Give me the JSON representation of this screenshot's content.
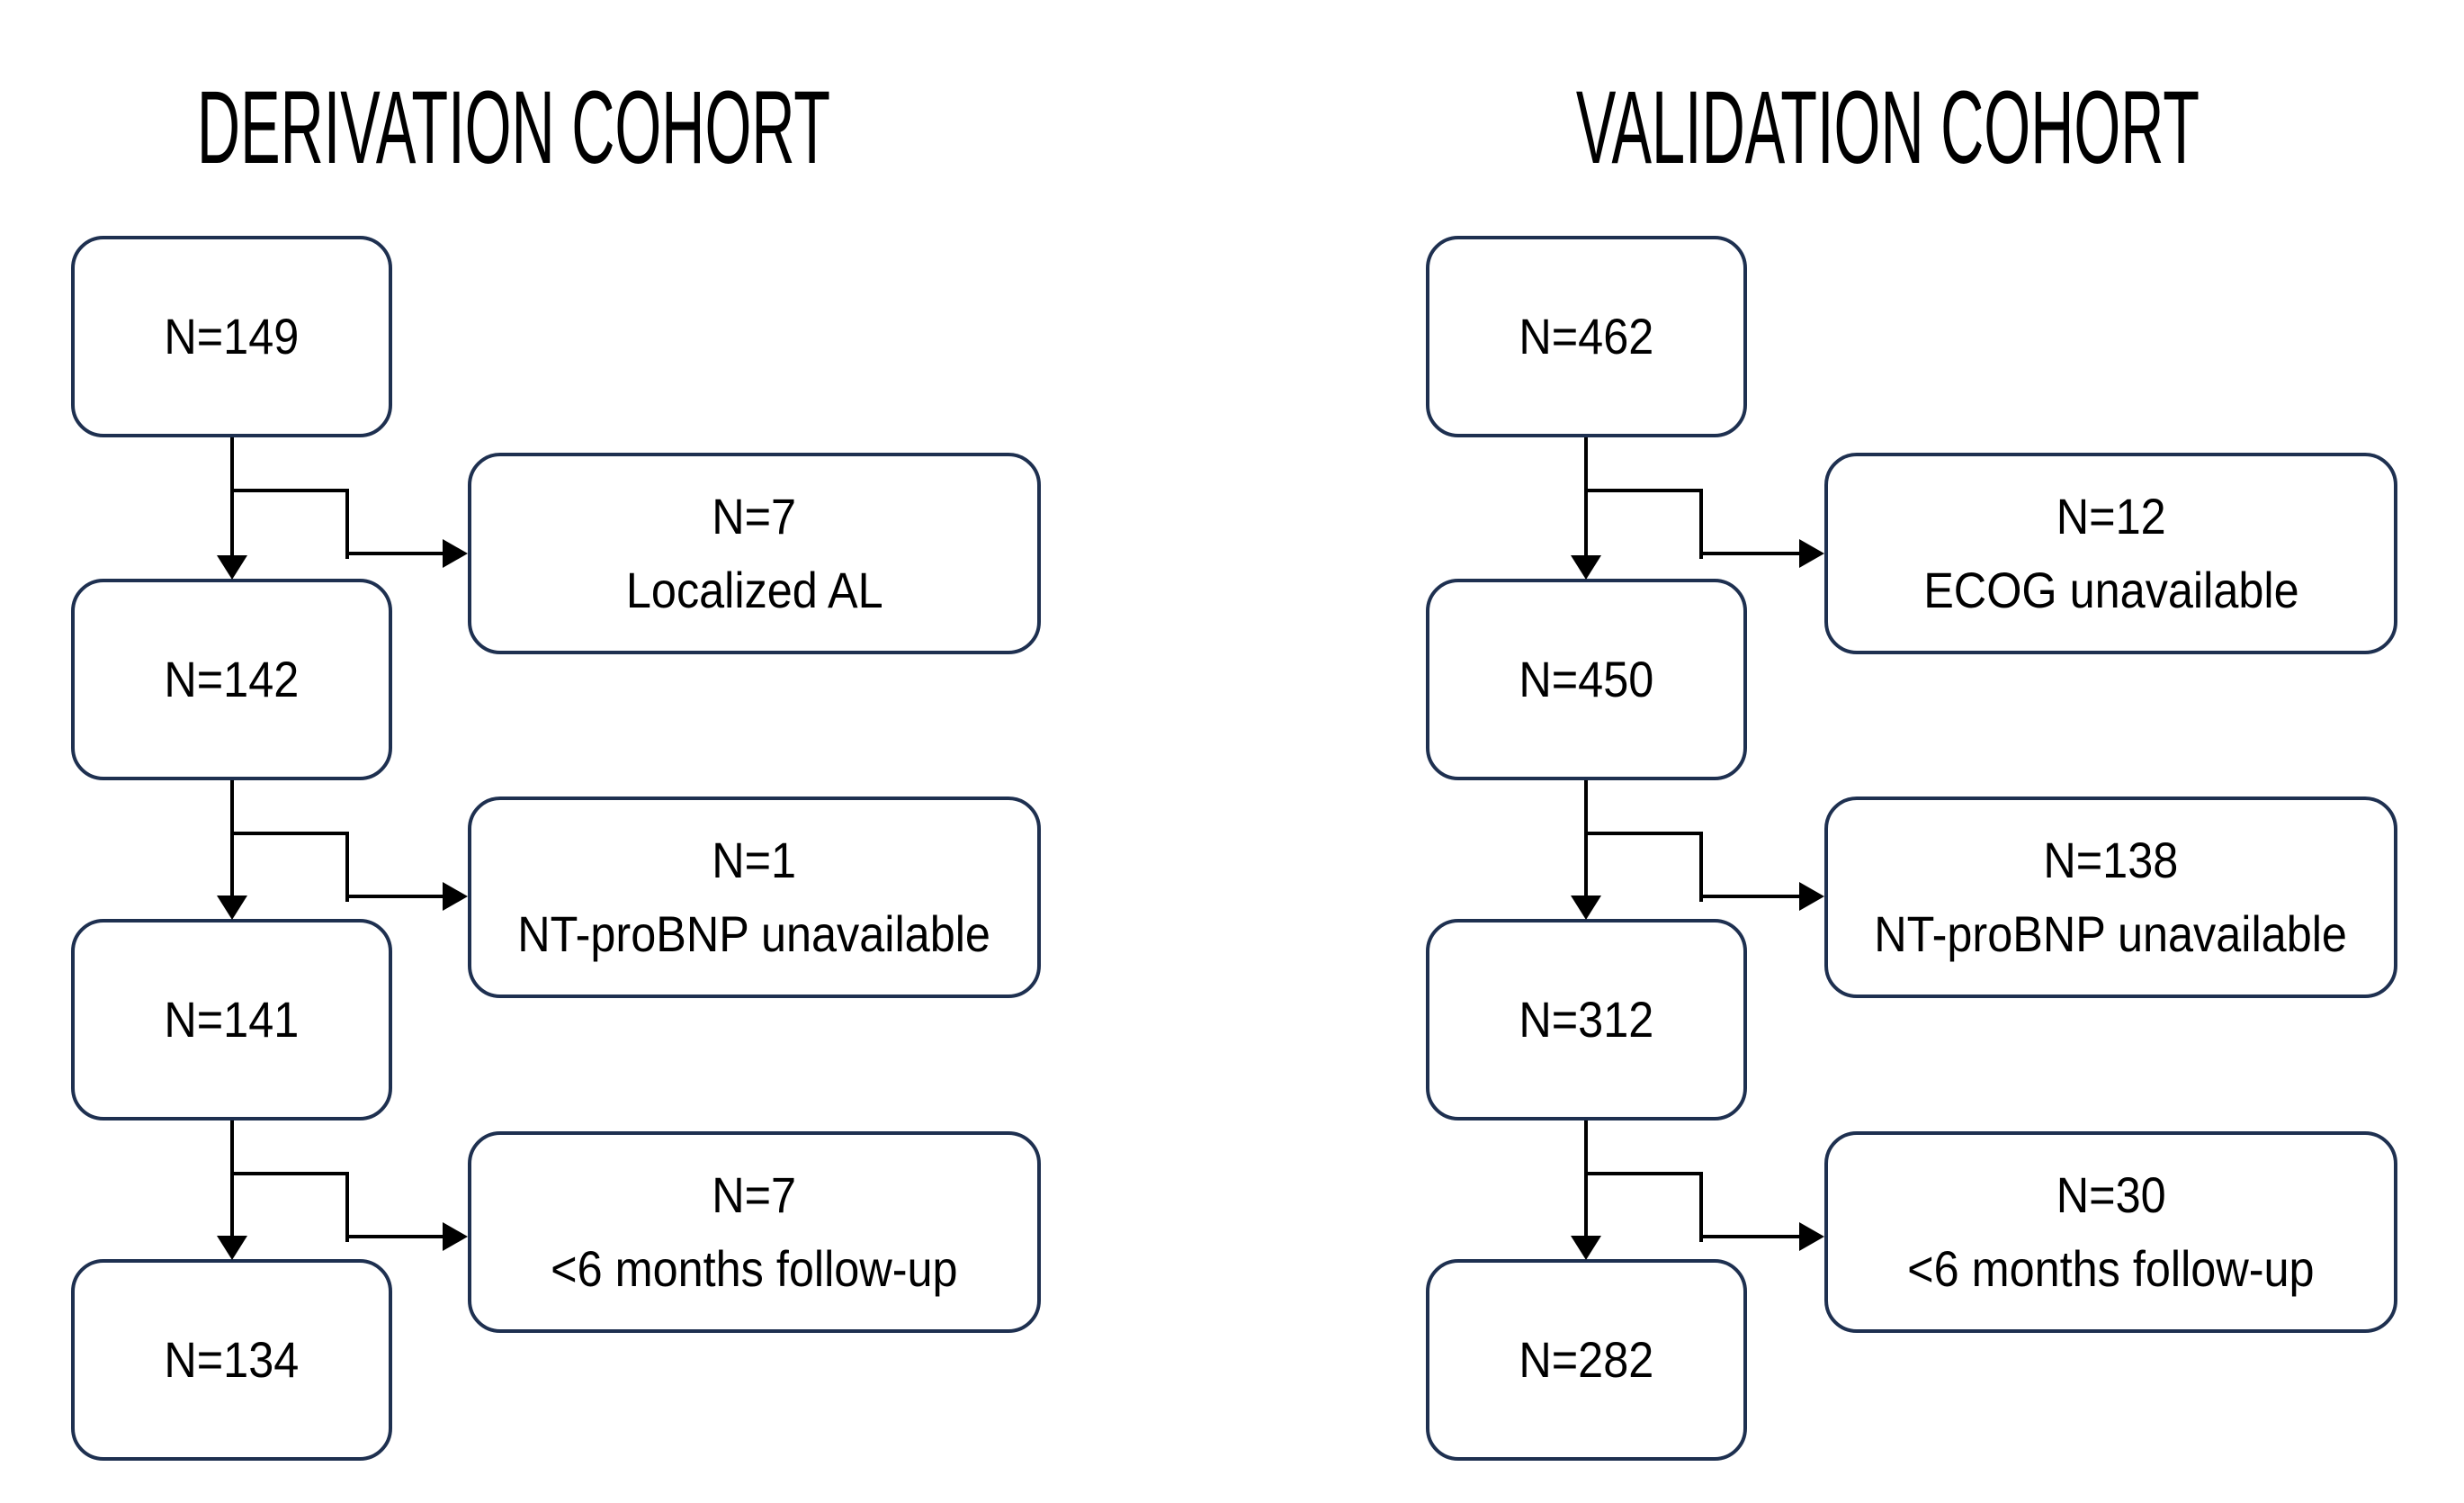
{
  "figure": {
    "background": "#ffffff",
    "box_border_color": "#1e3050",
    "connector_color": "#000000",
    "derivation": {
      "title": "DERIVATION COHORT",
      "boxes": [
        "N=149",
        "N=142",
        "N=141",
        "N=134"
      ],
      "exclusions": [
        {
          "line1": "N=7",
          "line2": "Localized AL"
        },
        {
          "line1": "N=1",
          "line2": "NT-proBNP unavailable"
        },
        {
          "line1": "N=7",
          "line2": "<6 months follow-up"
        }
      ]
    },
    "validation": {
      "title": "VALIDATION COHORT",
      "boxes": [
        "N=462",
        "N=450",
        "N=312",
        "N=282"
      ],
      "exclusions": [
        {
          "line1": "N=12",
          "line2": "ECOG unavailable"
        },
        {
          "line1": "N=138",
          "line2": "NT-proBNP unavailable"
        },
        {
          "line1": "N=30",
          "line2": "<6 months follow-up"
        }
      ]
    }
  }
}
